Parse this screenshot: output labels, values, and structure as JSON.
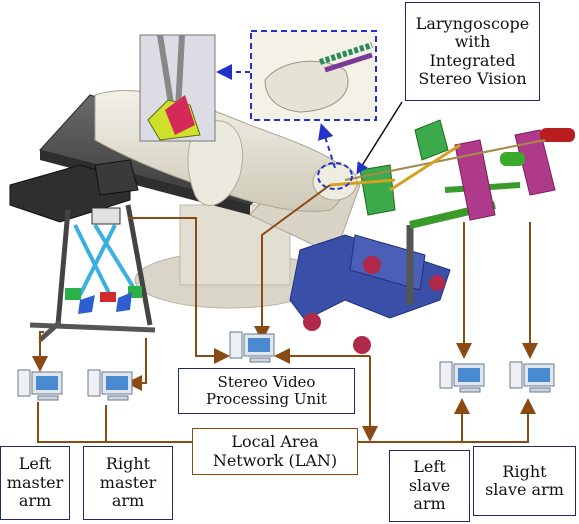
{
  "labels": {
    "laryngoscope": "Laryngoscope\nwith\nIntegrated\nStereo Vision",
    "stereo_unit": "Stereo Video\nProcessing Unit",
    "lan": "Local Area\nNetwork (LAN)",
    "left_master": "Left\nmaster\narm",
    "right_master": "Right\nmaster\narm",
    "left_slave": "Left\nslave\narm",
    "right_slave": "Right\nslave arm"
  },
  "colors": {
    "connector": "#8a4a14",
    "callout": "#2233cc",
    "box_border": "#1f2a6b",
    "table": "#4a4a4a",
    "mannequin": "#e8e5da",
    "slave_arm_blue": "#3a4fa8",
    "slave_arm_magenta": "#b03a8a",
    "slave_arm_green": "#3a9a2a"
  },
  "icons": [
    "computer-icon"
  ]
}
